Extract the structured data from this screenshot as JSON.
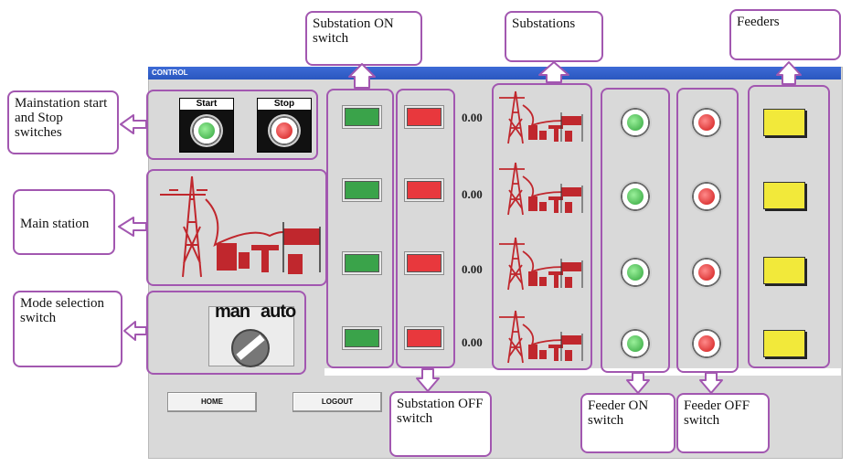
{
  "window": {
    "title": "CONTROL"
  },
  "mainstation": {
    "start_label": "Start",
    "stop_label": "Stop"
  },
  "mode": {
    "man_label": "man",
    "auto_label": "auto"
  },
  "substation_values": [
    "0.00",
    "0.00",
    "0.00",
    "0.00"
  ],
  "buttons": {
    "home": "HOME",
    "logout": "LOGOUT"
  },
  "callouts": {
    "substation_on": "Substation ON switch",
    "substations": "Substations",
    "feeders": "Feeders",
    "mainstation_switches": "Mainstation start and Stop switches",
    "main_station": "Main station",
    "mode_selection": "Mode selection switch",
    "substation_off": "Substation OFF switch",
    "feeder_on": "Feeder ON switch",
    "feeder_off": "Feeder OFF switch"
  },
  "colors": {
    "accent": "#a257b0",
    "on": "#3aa34a",
    "off": "#e8383d",
    "feeder": "#f2e93a",
    "titlebar": "#2a57bf"
  }
}
